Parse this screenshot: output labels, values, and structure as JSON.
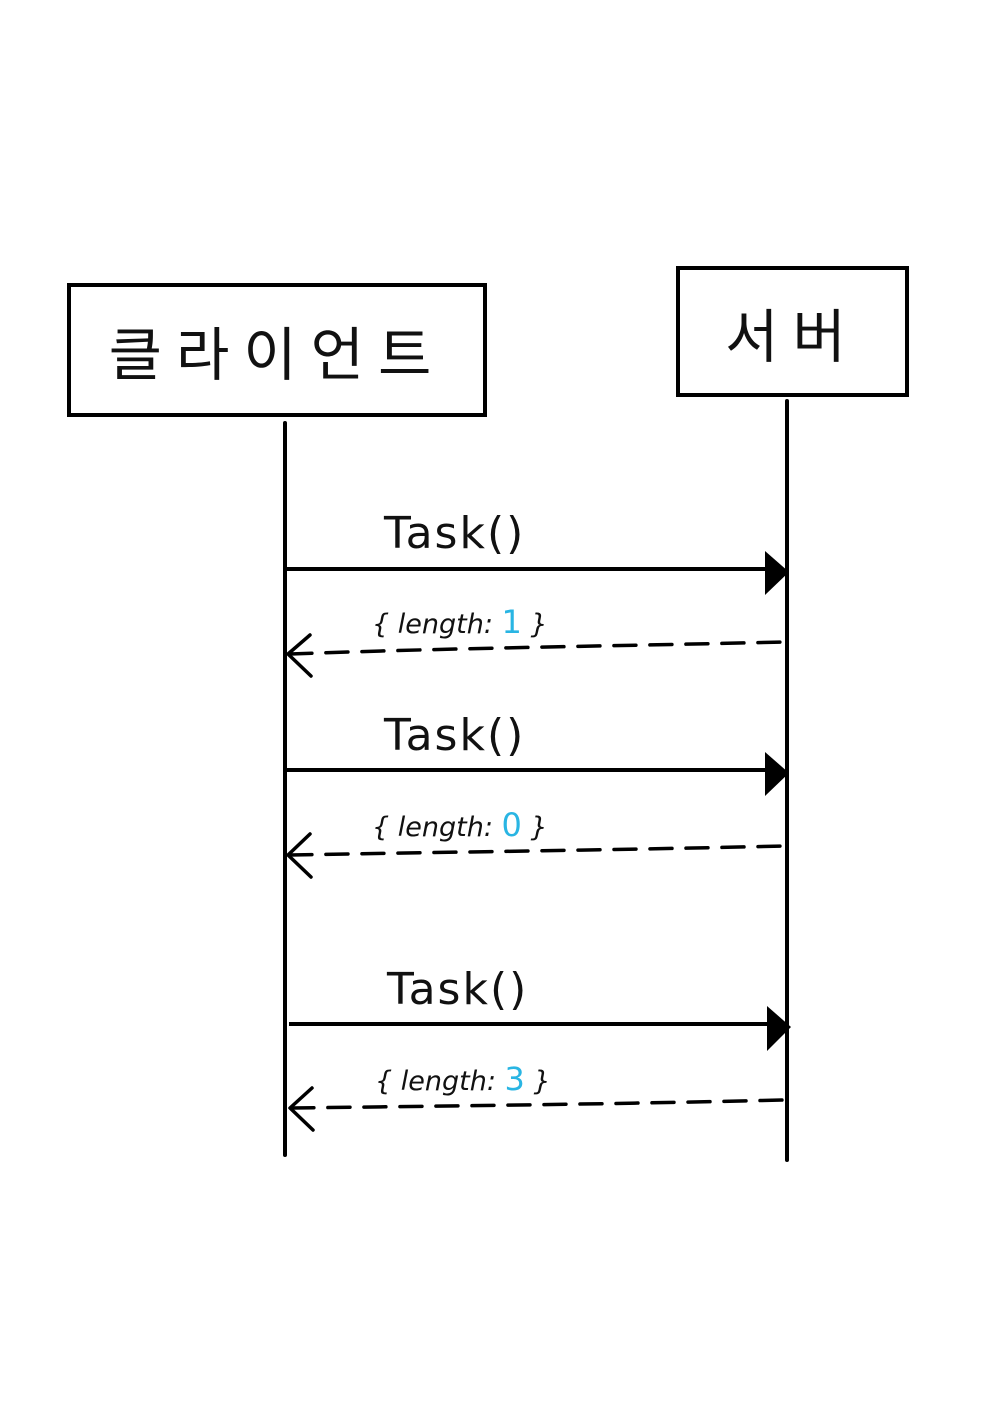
{
  "participants": {
    "client": "클라이언트",
    "server": "서버"
  },
  "messages": [
    {
      "call": "Task()",
      "reply_open": "{ length:",
      "reply_value": "1",
      "reply_close": "}"
    },
    {
      "call": "Task()",
      "reply_open": "{ length:",
      "reply_value": "0",
      "reply_close": "}"
    },
    {
      "call": "Task()",
      "reply_open": "{ length:",
      "reply_value": "3",
      "reply_close": "}"
    }
  ],
  "colors": {
    "ink": "#111111",
    "value_highlight": "#29b5e3"
  }
}
